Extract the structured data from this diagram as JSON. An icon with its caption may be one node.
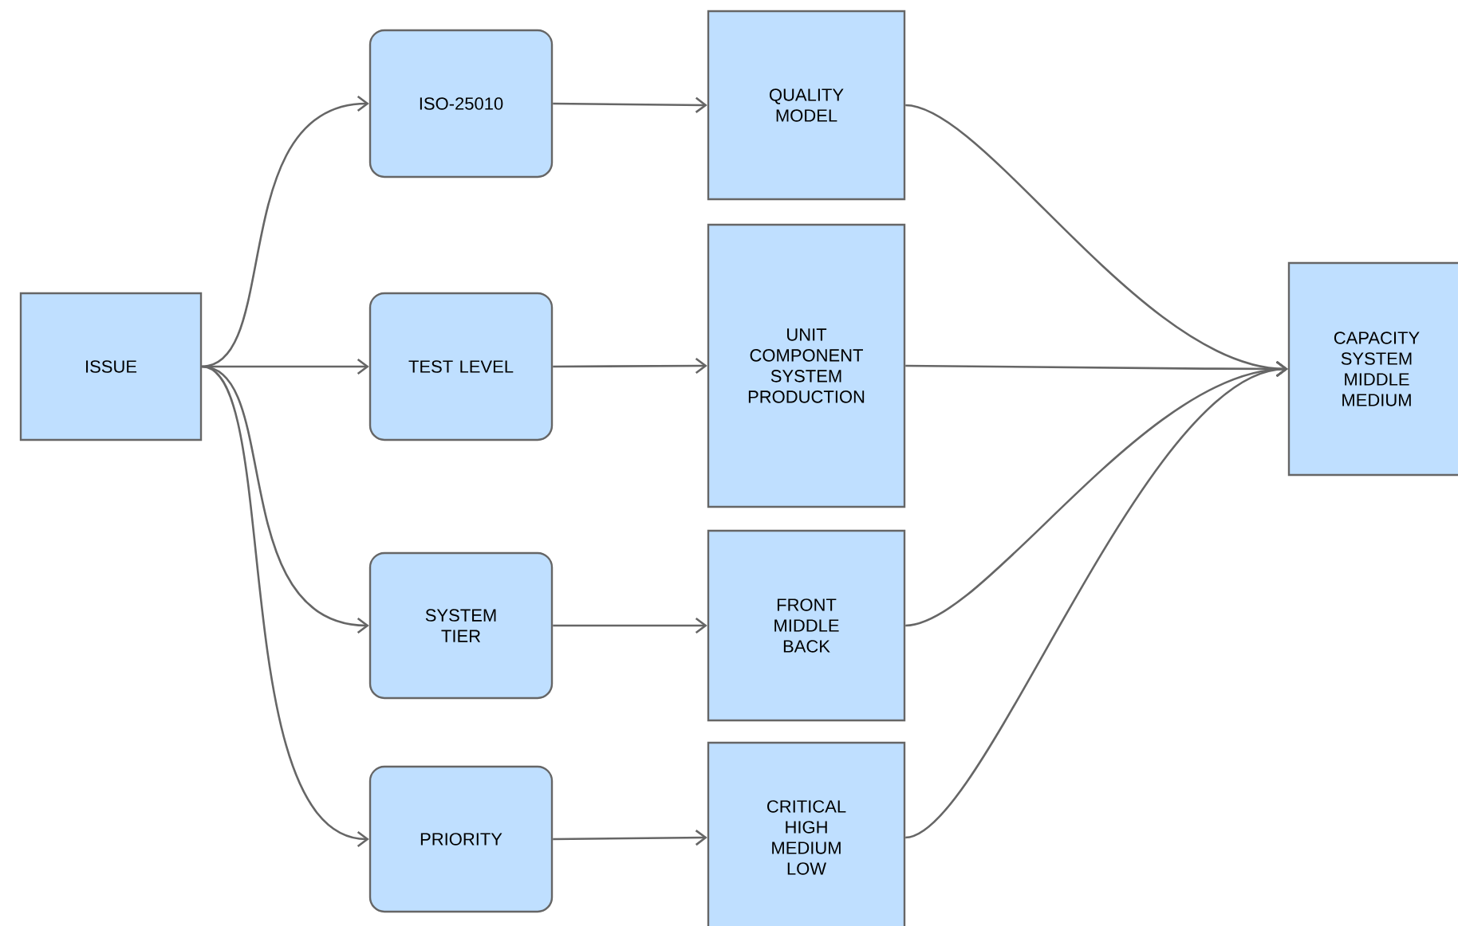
{
  "diagram": {
    "nodes": [
      {
        "text": [
          "ISSUE"
        ]
      },
      {
        "text": [
          "ISO-25010"
        ]
      },
      {
        "text": [
          "TEST LEVEL"
        ]
      },
      {
        "text": [
          "SYSTEM TIER"
        ]
      },
      {
        "text": [
          "PRIORITY"
        ]
      },
      {
        "text": [
          "QUALITY MODEL"
        ]
      },
      {
        "text": [
          "UNIT COMPONENT SYSTEM PRODUCTION"
        ]
      },
      {
        "text": [
          "FRONT MIDDLE BACK"
        ]
      },
      {
        "text": [
          "CRITICAL HIGH MEDIUM LOW"
        ]
      },
      {
        "text": [
          "CAPACITY SYSTEM MIDDLE MEDIUM"
        ]
      }
    ],
    "edges": [
      {
        "from": 0,
        "to": 1,
        "arrow": "to"
      },
      {
        "from": 0,
        "to": 2,
        "arrow": "to"
      },
      {
        "from": 0,
        "to": 3,
        "arrow": "to"
      },
      {
        "from": 0,
        "to": 4,
        "arrow": "to"
      },
      {
        "from": 1,
        "to": 5,
        "arrow": "to"
      },
      {
        "from": 2,
        "to": 6,
        "arrow": "to"
      },
      {
        "from": 3,
        "to": 7,
        "arrow": "to"
      },
      {
        "from": 4,
        "to": 8,
        "arrow": "to"
      },
      {
        "from": 5,
        "to": 9,
        "arrow": "to"
      },
      {
        "from": 6,
        "to": 9,
        "arrow": "to"
      },
      {
        "from": 7,
        "to": 9,
        "arrow": "to"
      },
      {
        "from": 8,
        "to": 9,
        "arrow": "to"
      }
    ]
  }
}
